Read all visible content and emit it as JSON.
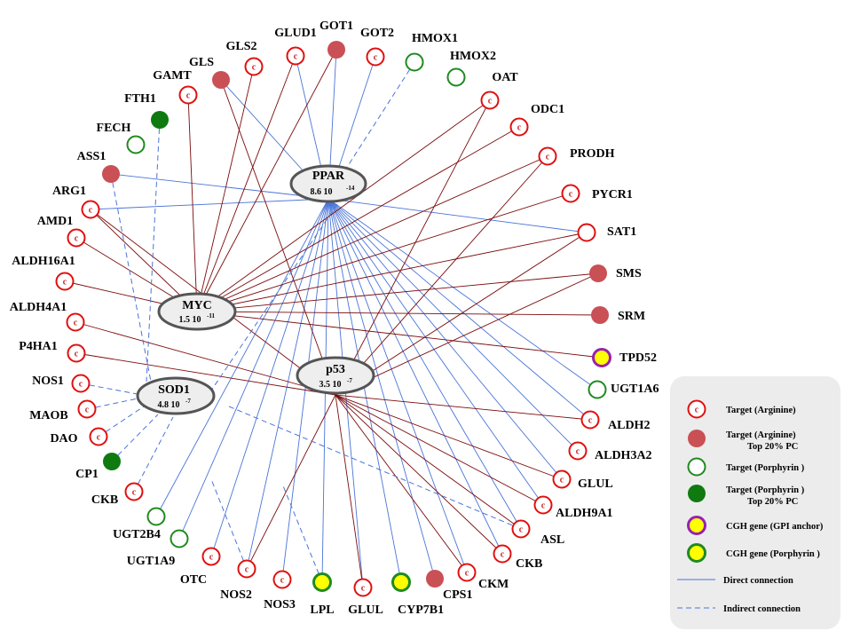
{
  "colors": {
    "target_arginine_stroke": "#e01010",
    "top_pc_arginine_fill": "#c95055",
    "porphyrin_stroke": "#1f8a1f",
    "porphyrin_fill": "#0f7a0f",
    "gpi_anchor_stroke": "#9a20b0",
    "cgh_fill": "#ffff00",
    "direct_edge": "#4a74d8",
    "myc_edge": "#7a0a0a",
    "hub_fill": "#eeeeee",
    "hub_stroke": "#555555",
    "legend_bg": "#ececec"
  },
  "hubs": {
    "ppar": {
      "name": "PPAR",
      "value": "8.6 10",
      "exp": "-14"
    },
    "myc": {
      "name": "MYC",
      "value": "1.5 10",
      "exp": "-11"
    },
    "p53": {
      "name": "p53",
      "value": "3.5 10",
      "exp": "-7"
    },
    "sod1": {
      "name": "SOD1",
      "value": "4.8 10",
      "exp": "-7"
    }
  },
  "genes": [
    {
      "id": "GLUD1",
      "type": "target"
    },
    {
      "id": "GOT1",
      "type": "target_top"
    },
    {
      "id": "GOT2",
      "type": "target"
    },
    {
      "id": "HMOX1",
      "type": "porphyrin"
    },
    {
      "id": "HMOX2",
      "type": "porphyrin"
    },
    {
      "id": "OAT",
      "type": "target"
    },
    {
      "id": "ODC1",
      "type": "target"
    },
    {
      "id": "PRODH",
      "type": "target"
    },
    {
      "id": "PYCR1",
      "type": "target"
    },
    {
      "id": "SAT1",
      "type": "target_plain"
    },
    {
      "id": "SMS",
      "type": "target_top"
    },
    {
      "id": "SRM",
      "type": "target_top"
    },
    {
      "id": "TPD52",
      "type": "cgh_gpi"
    },
    {
      "id": "UGT1A6",
      "type": "porphyrin"
    },
    {
      "id": "ALDH2",
      "type": "target"
    },
    {
      "id": "ALDH3A2",
      "type": "target"
    },
    {
      "id": "GLUL",
      "type": "target"
    },
    {
      "id": "ALDH9A1",
      "type": "target"
    },
    {
      "id": "ASL",
      "type": "target"
    },
    {
      "id": "CKB",
      "type": "target"
    },
    {
      "id": "CKM",
      "type": "target"
    },
    {
      "id": "CPS1",
      "type": "target_top"
    },
    {
      "id": "CYP7B1",
      "type": "cgh_porphyrin"
    },
    {
      "id": "GLUL",
      "type": "target"
    },
    {
      "id": "LPL",
      "type": "cgh_porphyrin"
    },
    {
      "id": "NOS3",
      "type": "target"
    },
    {
      "id": "NOS2",
      "type": "target"
    },
    {
      "id": "OTC",
      "type": "target"
    },
    {
      "id": "UGT1A9",
      "type": "porphyrin"
    },
    {
      "id": "UGT2B4",
      "type": "porphyrin"
    },
    {
      "id": "CKB",
      "type": "target"
    },
    {
      "id": "CP1",
      "type": "porphyrin_top"
    },
    {
      "id": "DAO",
      "type": "target"
    },
    {
      "id": "MAOB",
      "type": "target"
    },
    {
      "id": "NOS1",
      "type": "target"
    },
    {
      "id": "P4HA1",
      "type": "target"
    },
    {
      "id": "ALDH4A1",
      "type": "target"
    },
    {
      "id": "ALDH16A1",
      "type": "target"
    },
    {
      "id": "AMD1",
      "type": "target"
    },
    {
      "id": "ARG1",
      "type": "target"
    },
    {
      "id": "ASS1",
      "type": "target_top"
    },
    {
      "id": "FECH",
      "type": "porphyrin"
    },
    {
      "id": "FTH1",
      "type": "porphyrin_top"
    },
    {
      "id": "GAMT",
      "type": "target"
    },
    {
      "id": "GLS",
      "type": "target_top"
    },
    {
      "id": "GLS2",
      "type": "target"
    }
  ],
  "legend": {
    "items": [
      {
        "label": "Target (Arginine)",
        "sub": ""
      },
      {
        "label": "Target (Arginine)",
        "sub": "Top 20% PC"
      },
      {
        "label": "Target (Porphyrin )",
        "sub": ""
      },
      {
        "label": "Target (Porphyrin )",
        "sub": "Top 20% PC"
      },
      {
        "label": "CGH gene (GPI anchor)",
        "sub": ""
      },
      {
        "label": "CGH gene (Porphyrin )",
        "sub": ""
      },
      {
        "label": "Direct connection",
        "sub": ""
      },
      {
        "label": "Indirect connection",
        "sub": ""
      }
    ]
  },
  "c_letter": "c"
}
